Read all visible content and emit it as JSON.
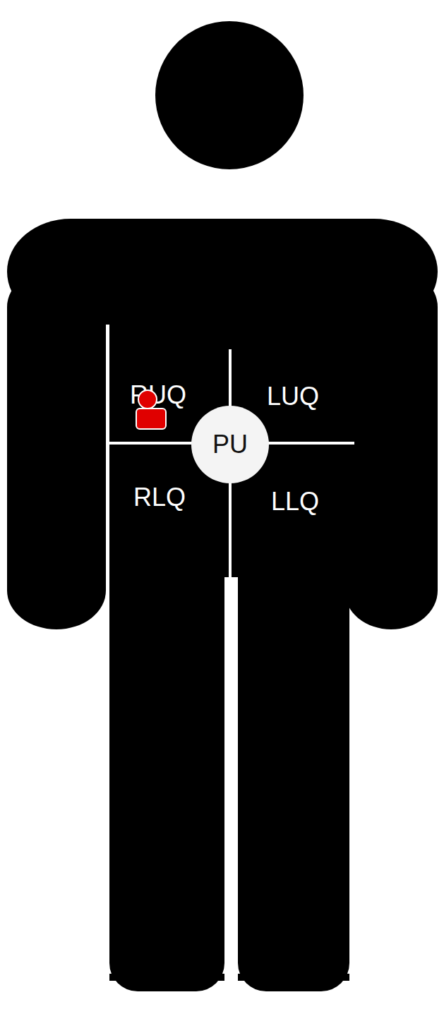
{
  "diagram": {
    "nodes": [
      {
        "text": [
          "PU"
        ]
      }
    ],
    "labels": [
      "RUQ",
      "LUQ",
      "RLQ",
      "LLQ"
    ]
  }
}
